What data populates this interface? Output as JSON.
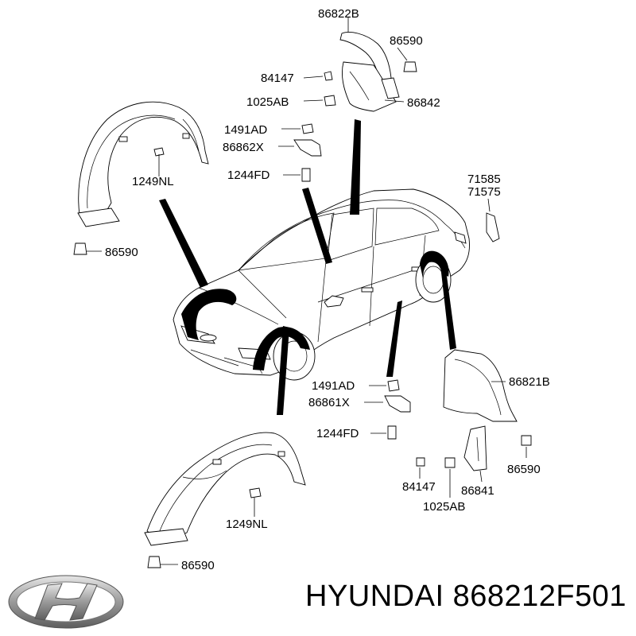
{
  "labels": {
    "p86822B": "86822B",
    "p86590_top": "86590",
    "p84147_top": "84147",
    "p1025AB_top": "1025AB",
    "p86842": "86842",
    "p1491AD_top": "1491AD",
    "p86862X": "86862X",
    "p1244FD_top": "1244FD",
    "p1249NL_top": "1249NL",
    "p86590_left": "86590",
    "p71585": "71585",
    "p71575": "71575",
    "p1491AD_mid": "1491AD",
    "p86821B": "86821B",
    "p86861X": "86861X",
    "p1244FD_mid": "1244FD",
    "p86590_right": "86590",
    "p84147_bot": "84147",
    "p86841": "86841",
    "p1025AB_bot": "1025AB",
    "p1249NL_bot": "1249NL",
    "p86590_bot": "86590"
  },
  "brand": {
    "text": "HYUNDAI 868212F501",
    "logo": "hyundai-logo"
  }
}
